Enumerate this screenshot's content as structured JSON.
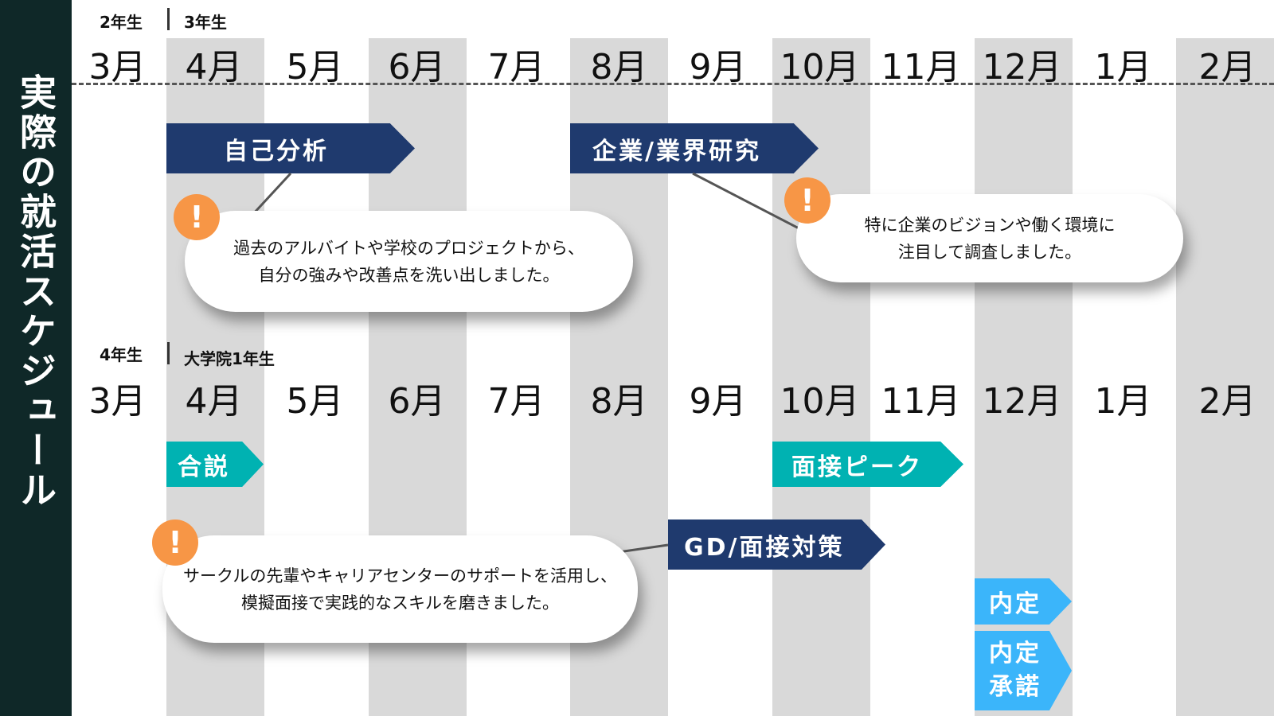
{
  "title": "実際の就活スケジュール",
  "section1": {
    "year_left": "2年生",
    "year_right": "3年生"
  },
  "section2": {
    "year_left": "4年生",
    "year_right": "大学院1年生"
  },
  "months": [
    "3月",
    "4月",
    "5月",
    "6月",
    "7月",
    "8月",
    "9月",
    "10月",
    "11月",
    "12月",
    "1月",
    "2月"
  ],
  "phases": {
    "self_analysis": "自己分析",
    "industry_research": "企業/業界研究",
    "info_session": "合説",
    "interview_peak": "面接ピーク",
    "gd_prep": "GD/面接対策",
    "offer": "内定",
    "offer_accept_1": "内定",
    "offer_accept_2": "承諾"
  },
  "notes": {
    "note1": [
      "過去のアルバイトや学校のプロジェクトから、",
      "自分の強みや改善点を洗い出しました。"
    ],
    "note2": [
      "特に企業のビジョンや働く環境に",
      "注目して調査しました。"
    ],
    "note3": [
      "サークルの先輩やキャリアセンターのサポートを活用し、",
      "模擬面接で実践的なスキルを磨きました。"
    ],
    "alert_symbol": "!"
  },
  "colors": {
    "navy": "#1f3a6e",
    "teal": "#00b2b2",
    "sky": "#3bb5fa",
    "orange": "#f79646",
    "sidebar": "#0f2828"
  }
}
